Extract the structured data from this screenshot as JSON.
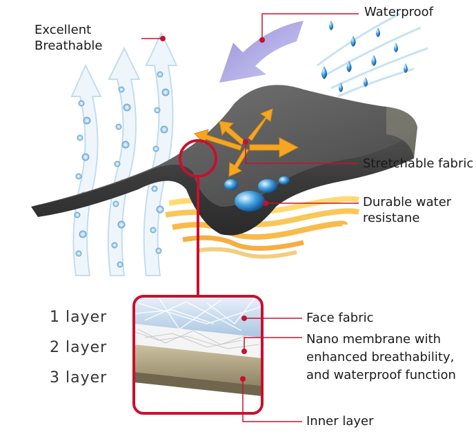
{
  "labels": {
    "waterproof": "Waterproof",
    "breathable_line1": "Excellent",
    "breathable_line2": "Breathable",
    "stretchable": "Stretchable fabric",
    "durable_line1": "Durable water",
    "durable_line2": "resistane",
    "face_fabric": "Face fabric",
    "nano_line1": "Nano membrane with",
    "nano_line2": "enhanced breathability,",
    "nano_line3": "and waterproof function",
    "inner_layer": "Inner layer"
  },
  "layers": [
    "1 layer",
    "2 layer",
    "3 layer"
  ],
  "colors": {
    "callout_red": "#c8102e",
    "fabric_dark": "#4a4a4a",
    "warm_glow": "#f7b733",
    "arrow_orange": "#f5a623",
    "vapor_blue": "#9cc8e6",
    "membrane_white": "#f4f4f4",
    "inner_tan": "#b8ad8c"
  }
}
